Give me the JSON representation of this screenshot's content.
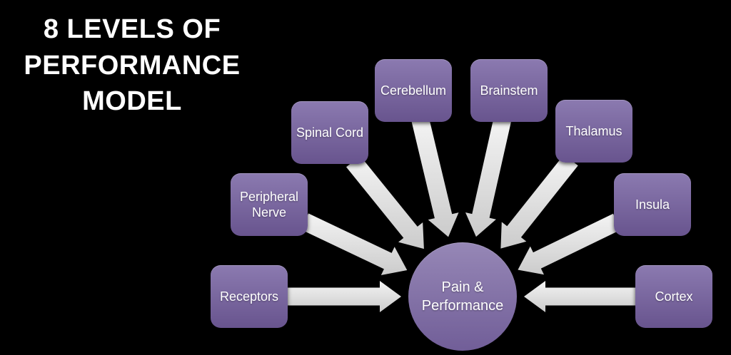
{
  "title": "8 LEVELS OF PERFORMANCE MODEL",
  "colors": {
    "background": "#000000",
    "text": "#ffffff",
    "box_top": "#8b7ab0",
    "box_bottom": "#68548e",
    "circle_top": "#9687b6",
    "circle_bottom": "#715e98",
    "arrow_light": "#f4f4f4",
    "arrow_dark": "#cbcbcb"
  },
  "center": {
    "label": "Pain &\nPerformance"
  },
  "nodes": [
    {
      "id": "receptors",
      "label": "Receptors"
    },
    {
      "id": "peripheral-nerve",
      "label": "Peripheral Nerve"
    },
    {
      "id": "spinal-cord",
      "label": "Spinal Cord"
    },
    {
      "id": "cerebellum",
      "label": "Cerebellum"
    },
    {
      "id": "brainstem",
      "label": "Brainstem"
    },
    {
      "id": "thalamus",
      "label": "Thalamus"
    },
    {
      "id": "insula",
      "label": "Insula"
    },
    {
      "id": "cortex",
      "label": "Cortex"
    }
  ],
  "edges": [
    {
      "from": "receptors",
      "to": "center"
    },
    {
      "from": "peripheral-nerve",
      "to": "center"
    },
    {
      "from": "spinal-cord",
      "to": "center"
    },
    {
      "from": "cerebellum",
      "to": "center"
    },
    {
      "from": "brainstem",
      "to": "center"
    },
    {
      "from": "thalamus",
      "to": "center"
    },
    {
      "from": "insula",
      "to": "center"
    },
    {
      "from": "cortex",
      "to": "center"
    }
  ]
}
